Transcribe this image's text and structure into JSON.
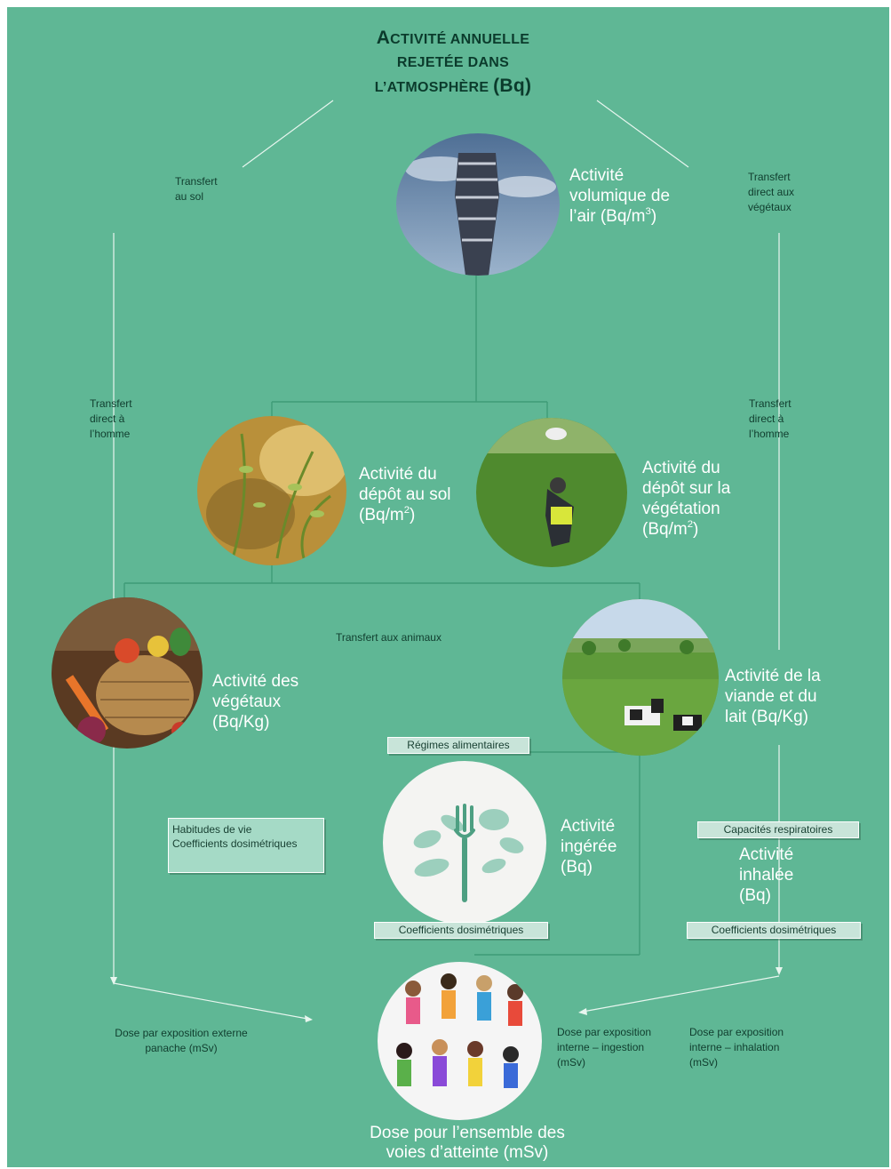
{
  "title": {
    "line1_big": "A",
    "line1_rest": "CTIVITÉ ANNUELLE",
    "line2": "REJETÉE DANS",
    "line3_start": "L’ATMOSPHÈRE ",
    "line3_unit": "(Bq)"
  },
  "transfers": {
    "sol": [
      "Transfert",
      "au sol"
    ],
    "vegetaux": [
      "Transfert",
      "direct aux",
      "végétaux"
    ],
    "homme_left": [
      "Transfert",
      "direct à",
      "l’homme"
    ],
    "homme_right": [
      "Transfert",
      "direct à",
      "l’homme"
    ],
    "animaux": "Transfert aux animaux"
  },
  "nodes": {
    "air": {
      "lines": [
        "Activité",
        "volumique de"
      ],
      "last": "l’air (Bq/m",
      "sup": "3",
      "close": ")",
      "image": "cooling-tower-photo"
    },
    "sol": {
      "lines": [
        "Activité du",
        "dépôt au sol"
      ],
      "last": "(Bq/m",
      "sup": "2",
      "close": ")",
      "image": "soil-vegetation-photo"
    },
    "vegetation": {
      "lines": [
        "Activité du",
        "dépôt sur la",
        "végétation"
      ],
      "last": "(Bq/m",
      "sup": "2",
      "close": ")",
      "image": "field-sampling-photo"
    },
    "vegetaux": {
      "lines": [
        "Activité des",
        "végétaux",
        "(Bq/Kg)"
      ],
      "image": "vegetable-basket-photo"
    },
    "viande": {
      "lines": [
        "Activité de la",
        "viande et du",
        "lait (Bq/Kg)"
      ],
      "image": "cows-pasture-photo"
    },
    "ingeree": {
      "lines": [
        "Activité",
        "ingérée",
        "(Bq)"
      ],
      "image": "fork-vegetables-icon"
    },
    "inhalee": {
      "lines": [
        "Activité",
        "inhalée",
        "(Bq)"
      ]
    },
    "dose": {
      "lines": [
        "Dose pour l’ensemble des",
        "voies d’atteinte (mSv)"
      ],
      "image": "people-group-photo"
    }
  },
  "tags": {
    "regimes": "Régimes alimentaires",
    "capacites": "Capacités respiratoires",
    "coef_ingestion": "Coefficients dosimétriques",
    "coef_inhalation": "Coefficients dosimétriques"
  },
  "habitudes_box": [
    "Habitudes de vie",
    "Coefficients dosimétriques"
  ],
  "doses": {
    "externe": [
      "Dose par exposition externe",
      "panache  (mSv)"
    ],
    "ingestion": [
      "Dose par exposition",
      "interne – ingestion",
      "(mSv)"
    ],
    "inhalation": [
      "Dose par exposition",
      "interne – inhalation",
      "(mSv)"
    ]
  },
  "colors": {
    "background": "#5fb795",
    "title": "#0b3b2c",
    "node_text": "#ffffff",
    "tag_fill": "#c8e4d9",
    "box_fill": "#a5dac6"
  }
}
